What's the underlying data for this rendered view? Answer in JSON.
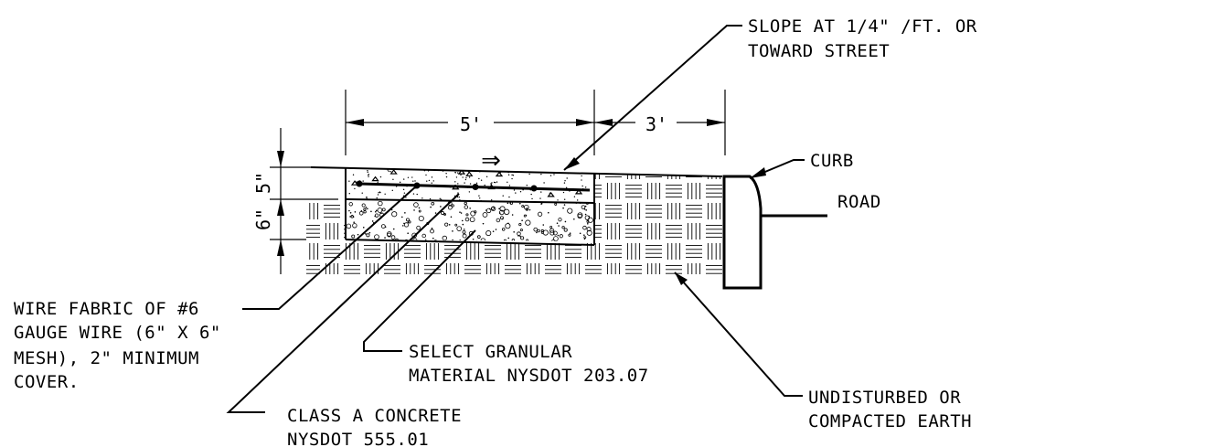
{
  "labels": {
    "slope_line1": "SLOPE AT 1/4\" /FT. OR",
    "slope_line2": "TOWARD STREET",
    "curb": "CURB",
    "road": "ROAD",
    "wire_line1": "WIRE FABRIC OF #6",
    "wire_line2": "GAUGE WIRE (6\" X 6\"",
    "wire_line3": "MESH), 2\" MINIMUM",
    "wire_line4": "COVER.",
    "granular_line1": "SELECT GRANULAR",
    "granular_line2": "MATERIAL NYSDOT 203.07",
    "concrete_line1": "CLASS A CONCRETE",
    "concrete_line2": "NYSDOT 555.01",
    "earth_line1": "UNDISTURBED OR",
    "earth_line2": "COMPACTED EARTH"
  },
  "dimensions": {
    "sidewalk_width": "5'",
    "strip_width": "3'",
    "concrete_depth": "5\"",
    "base_depth": "6\""
  },
  "flow_arrow": "⇒"
}
